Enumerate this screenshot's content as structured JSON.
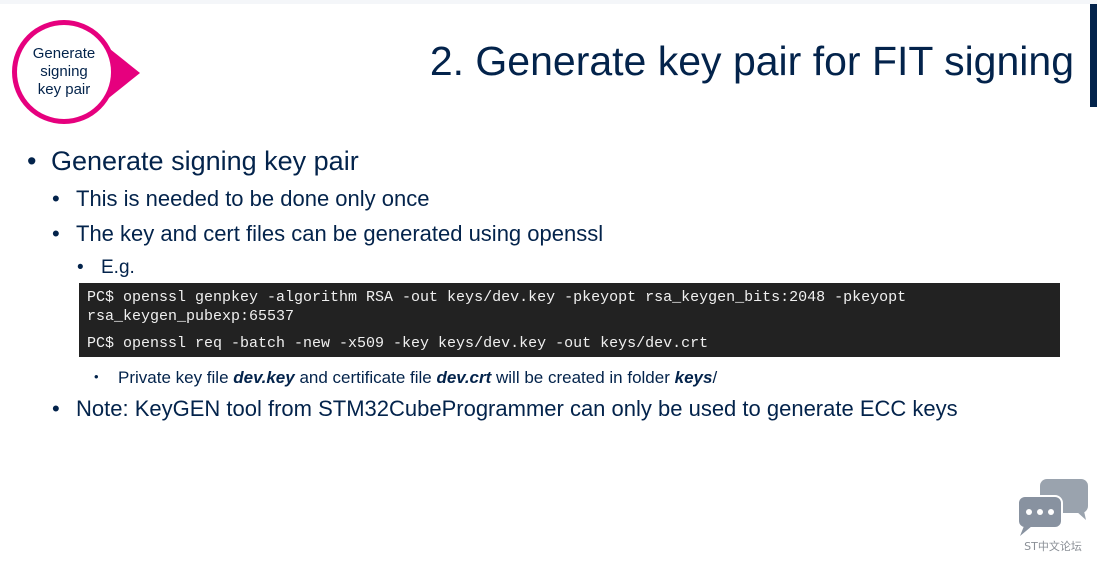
{
  "badge": {
    "text": "Generate\nsigning\nkey pair"
  },
  "slide": {
    "title": "2. Generate key pair for FIT signing"
  },
  "bullets": {
    "main": "Generate signing key pair",
    "once": "This is needed to be done only once",
    "openssl": "The key and cert files can be generated using openssl",
    "eg": "E.g.",
    "code_line1": "PC$ openssl genpkey -algorithm RSA -out keys/dev.key -pkeyopt rsa_keygen_bits:2048 -pkeyopt",
    "code_line2": "rsa_keygen_pubexp:65537",
    "code_line3": "PC$ openssl req -batch -new -x509 -key keys/dev.key -out keys/dev.crt",
    "private_1": "Private key file ",
    "private_key": "dev.key",
    "private_2": " and certificate file ",
    "private_crt": "dev.crt",
    "private_3": " will be created in folder ",
    "private_folder": "keys",
    "private_4": "/",
    "note": "Note: KeyGEN tool from STM32CubeProgrammer can only be used to generate ECC keys"
  },
  "watermark": {
    "label": "ST中文论坛",
    "icon": "chat-bubbles-icon"
  },
  "colors": {
    "accent": "#e6007e",
    "text": "#03234b",
    "code_bg": "#222222"
  }
}
